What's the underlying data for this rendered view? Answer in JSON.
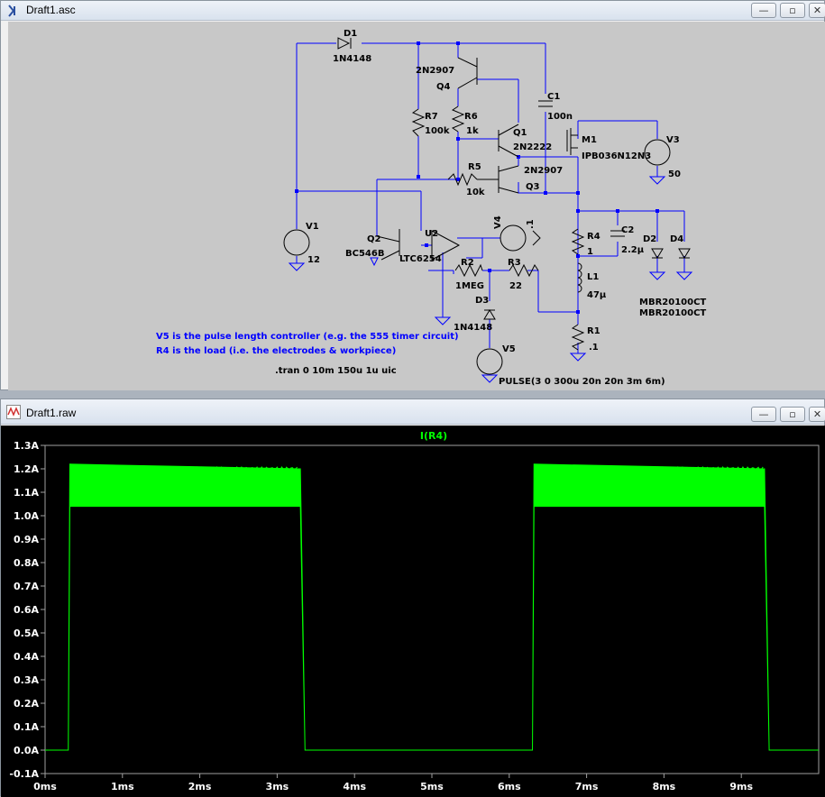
{
  "schematic_window": {
    "title": "Draft1.asc",
    "components": {
      "D1": {
        "ref": "D1",
        "model": "1N4148"
      },
      "Q4": {
        "ref": "Q4",
        "model": "2N2907"
      },
      "R7": {
        "ref": "R7",
        "value": "100k"
      },
      "R6": {
        "ref": "R6",
        "value": "1k"
      },
      "C1": {
        "ref": "C1",
        "value": "100n"
      },
      "Q1": {
        "ref": "Q1",
        "model": "2N2222"
      },
      "M1": {
        "ref": "M1",
        "model": "IPB036N12N3"
      },
      "V3": {
        "ref": "V3",
        "value": "50"
      },
      "R5": {
        "ref": "R5",
        "value": "10k"
      },
      "Q3": {
        "ref": "Q3",
        "model": "2N2907"
      },
      "V1": {
        "ref": "V1",
        "value": "12"
      },
      "Q2": {
        "ref": "Q2",
        "model": "BC546B"
      },
      "U2": {
        "ref": "U2",
        "model": "LTC6254"
      },
      "V4": {
        "ref": "V4",
        "value": ".1"
      },
      "R4": {
        "ref": "R4",
        "value": "1"
      },
      "C2": {
        "ref": "C2",
        "value": "2.2µ"
      },
      "D2": {
        "ref": "D2",
        "model": "MBR20100CT"
      },
      "D4": {
        "ref": "D4",
        "model": "MBR20100CT"
      },
      "R2": {
        "ref": "R2",
        "value": "1MEG"
      },
      "R3": {
        "ref": "R3",
        "value": "22"
      },
      "L1": {
        "ref": "L1",
        "value": "47µ"
      },
      "D3": {
        "ref": "D3",
        "model": "1N4148"
      },
      "R1": {
        "ref": "R1",
        "value": ".1"
      },
      "V5": {
        "ref": "V5",
        "value": "PULSE(3 0 300u 20n 20n 3m 6m)"
      }
    },
    "note1": "V5 is the pulse length controller (e.g. the 555 timer circuit)",
    "note2": "R4 is the load (i.e. the electrodes & workpiece)",
    "directive": ".tran 0 10m 150u 1u uic"
  },
  "plot_window": {
    "title": "Draft1.raw",
    "trace_label": "I(R4)"
  },
  "window_buttons": {
    "minimize": "—",
    "restore": "▫",
    "close": "✕"
  },
  "colors": {
    "trace": "#00ff00",
    "wire": "#0000ff",
    "component": "#000000",
    "note_text": "#0000ff",
    "plot_bg": "#000000",
    "axis_label": "#ffffff"
  },
  "chart_data": {
    "type": "line",
    "title": "I(R4)",
    "xlabel": "",
    "ylabel": "",
    "x_ticks": [
      "0ms",
      "1ms",
      "2ms",
      "3ms",
      "4ms",
      "5ms",
      "6ms",
      "7ms",
      "8ms",
      "9ms"
    ],
    "y_ticks": [
      "1.3A",
      "1.2A",
      "1.1A",
      "1.0A",
      "0.9A",
      "0.8A",
      "0.7A",
      "0.6A",
      "0.5A",
      "0.4A",
      "0.3A",
      "0.2A",
      "0.1A",
      "0.0A",
      "-0.1A"
    ],
    "xlim": [
      0,
      10
    ],
    "ylim": [
      -0.1,
      1.3
    ],
    "grid": false,
    "series": [
      {
        "name": "I(R4)",
        "x_ms": [
          0,
          0.3,
          0.32,
          3.28,
          3.3,
          3.36,
          6.3,
          6.32,
          9.28,
          9.3,
          9.36,
          10
        ],
        "y_upper": [
          0,
          0,
          1.22,
          1.2,
          1.2,
          0,
          0,
          1.22,
          1.2,
          1.2,
          0,
          0
        ],
        "y_lower": [
          0,
          0,
          1.04,
          1.04,
          1.04,
          0,
          0,
          1.04,
          1.04,
          1.04,
          0,
          0
        ]
      }
    ]
  }
}
